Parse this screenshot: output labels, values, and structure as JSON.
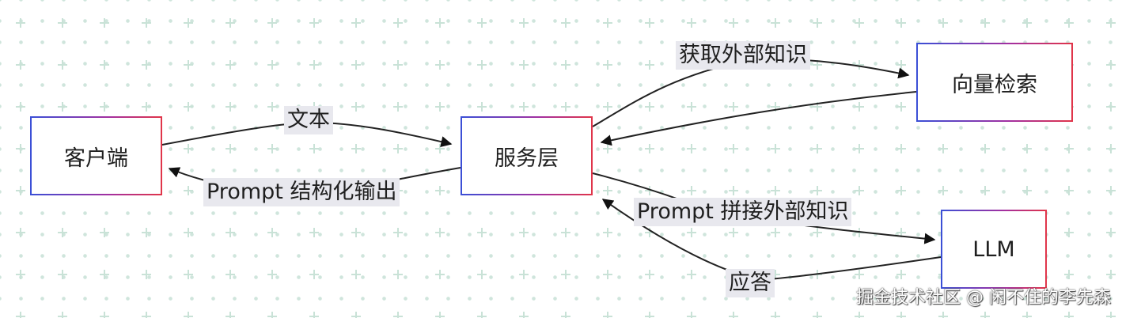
{
  "nodes": {
    "client": "客户端",
    "service": "服务层",
    "vector": "向量检索",
    "llm": "LLM"
  },
  "edges": {
    "client_to_service": "文本",
    "service_to_client": "Prompt 结构化输出",
    "service_to_vector": "获取外部知识",
    "service_to_llm": "Prompt 拼接外部知识",
    "llm_to_service": "应答"
  },
  "watermark": "掘金技术社区 @ 闲不住的李先森",
  "colors": {
    "border_start": "#3b4fd6",
    "border_end": "#e0354a",
    "label_bg": "#e8e8ee",
    "dot": "#cfe5dc"
  }
}
